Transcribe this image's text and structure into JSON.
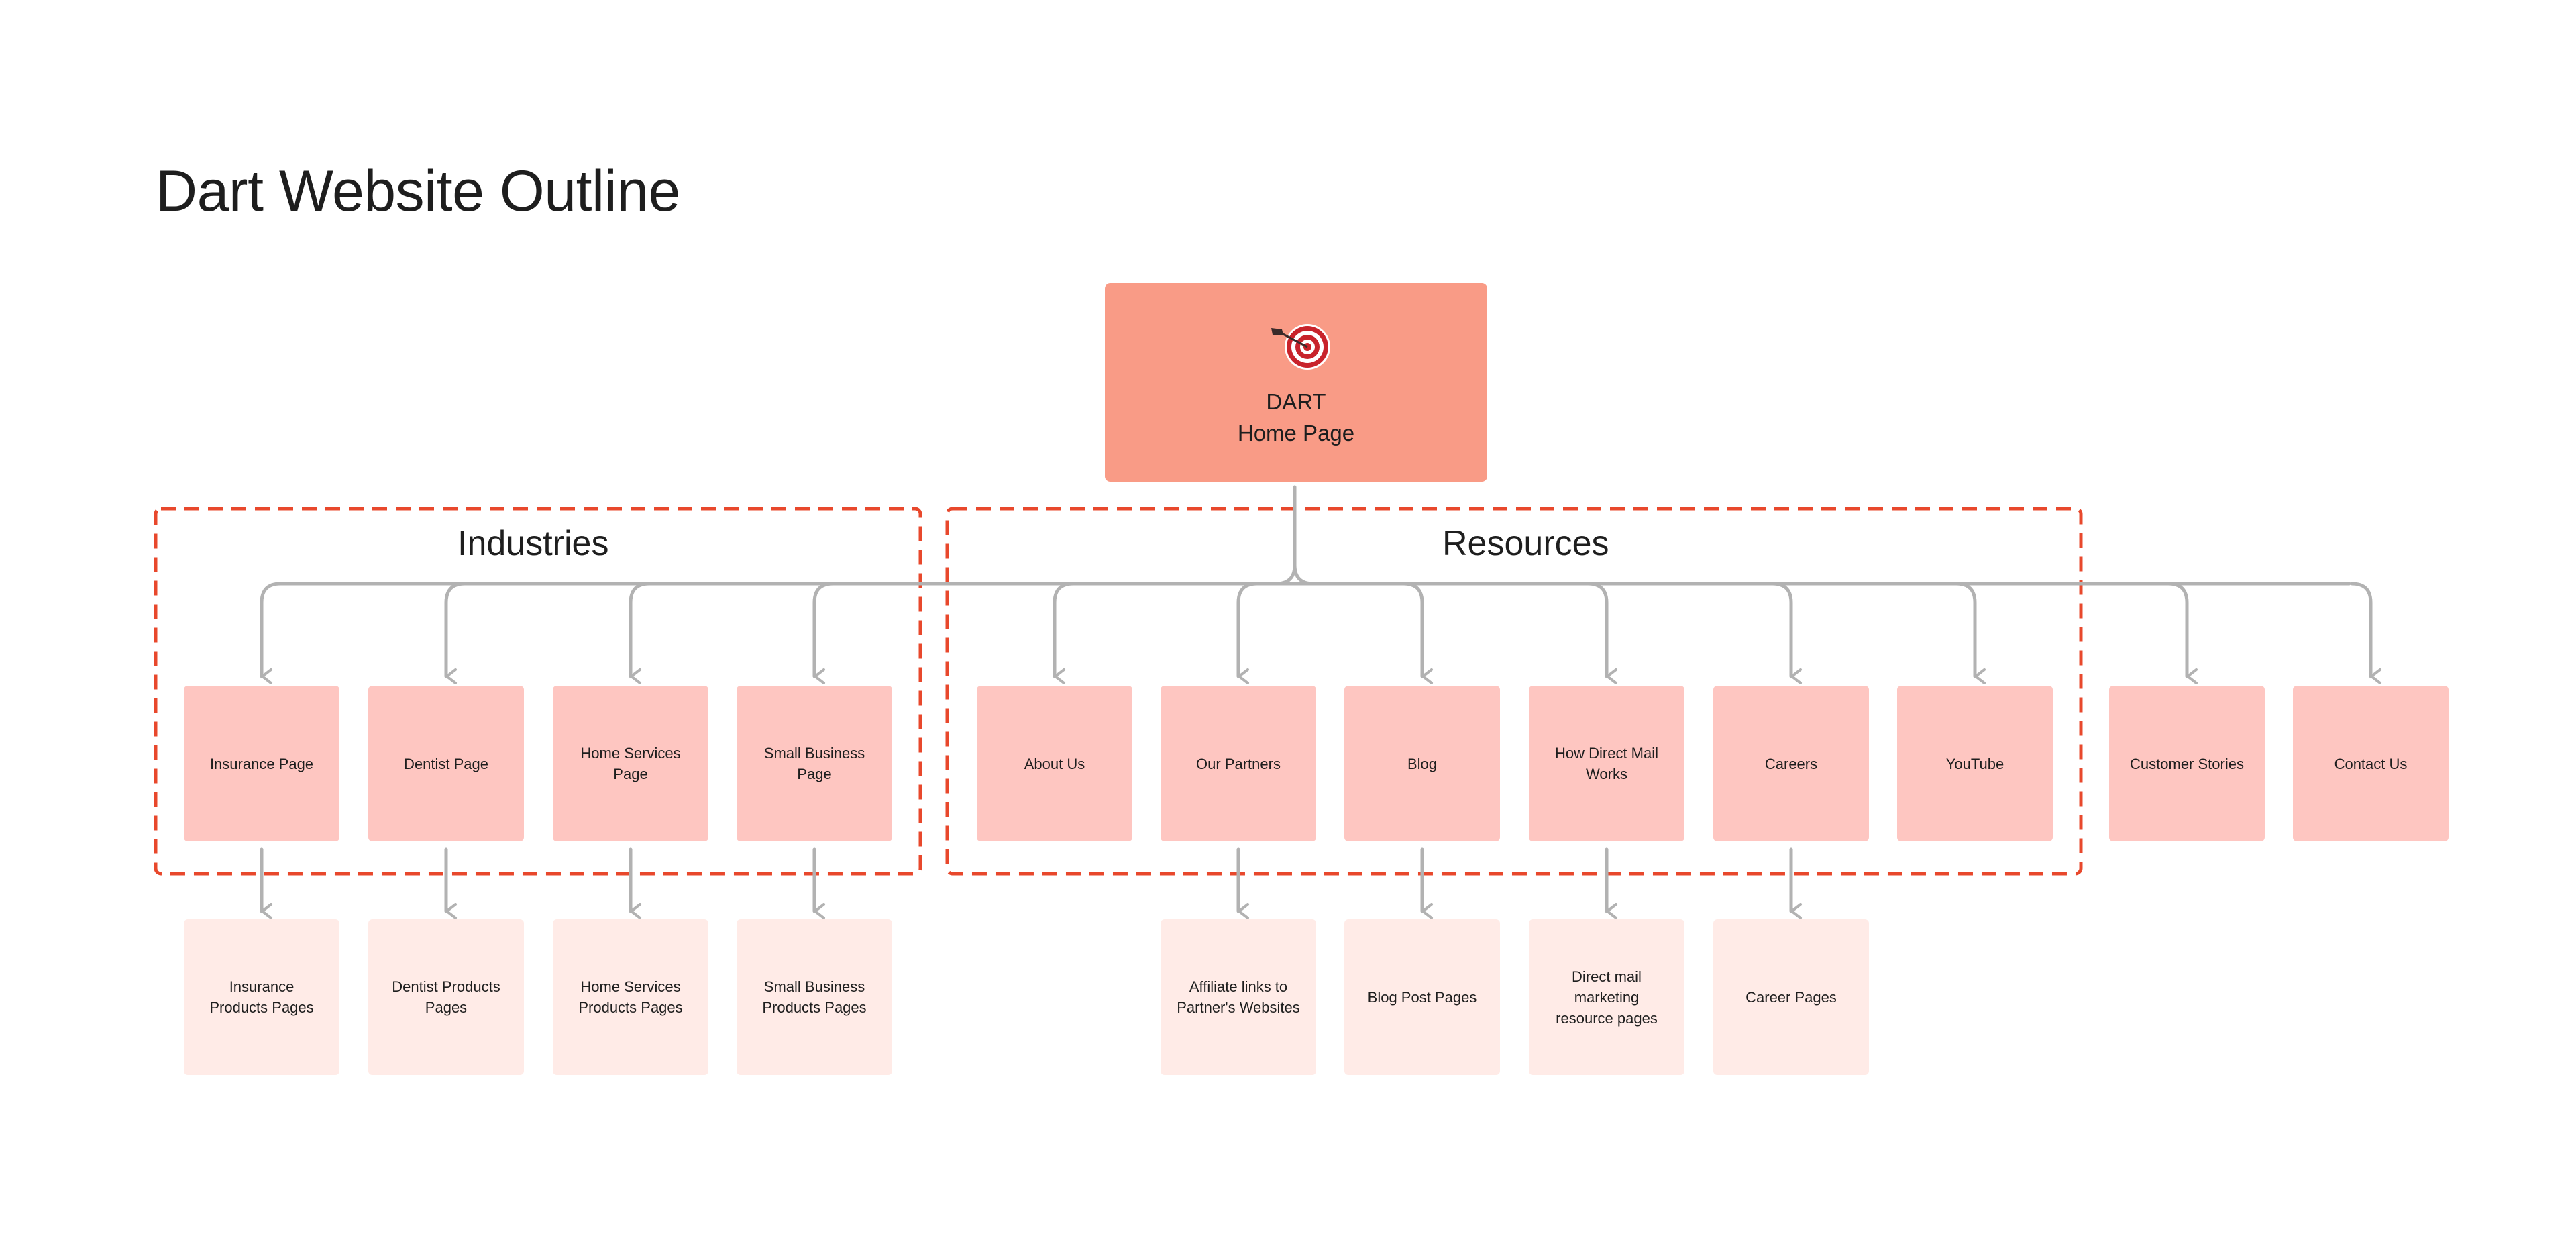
{
  "title": "Dart Website Outline",
  "home": {
    "label": "DART\nHome Page",
    "icon": "dart-target-icon"
  },
  "groups": {
    "industries": {
      "label": "Industries"
    },
    "resources": {
      "label": "Resources"
    }
  },
  "pages": {
    "insurance": "Insurance Page",
    "dentist": "Dentist Page",
    "home_services": "Home Services\nPage",
    "small_business": "Small Business\nPage",
    "about_us": "About Us",
    "our_partners": "Our Partners",
    "blog": "Blog",
    "how_direct_mail_works": "How Direct Mail\nWorks",
    "careers": "Careers",
    "youtube": "YouTube",
    "customer_stories": "Customer Stories",
    "contact_us": "Contact Us"
  },
  "subpages": {
    "insurance_products": "Insurance\nProducts Pages",
    "dentist_products": "Dentist Products\nPages",
    "home_services_products": "Home Services\nProducts Pages",
    "small_business_products": "Small Business\nProducts Pages",
    "affiliate_links": "Affiliate links to\nPartner's Websites",
    "blog_posts": "Blog Post Pages",
    "direct_mail_resources": "Direct mail\nmarketing\nresource pages",
    "career_pages": "Career Pages"
  },
  "colors": {
    "home_box": "#f99b86",
    "page_box": "#fec6c1",
    "subpage_box": "#ffebe7",
    "group_border": "#e8482c",
    "connector": "#b2b2b2"
  }
}
